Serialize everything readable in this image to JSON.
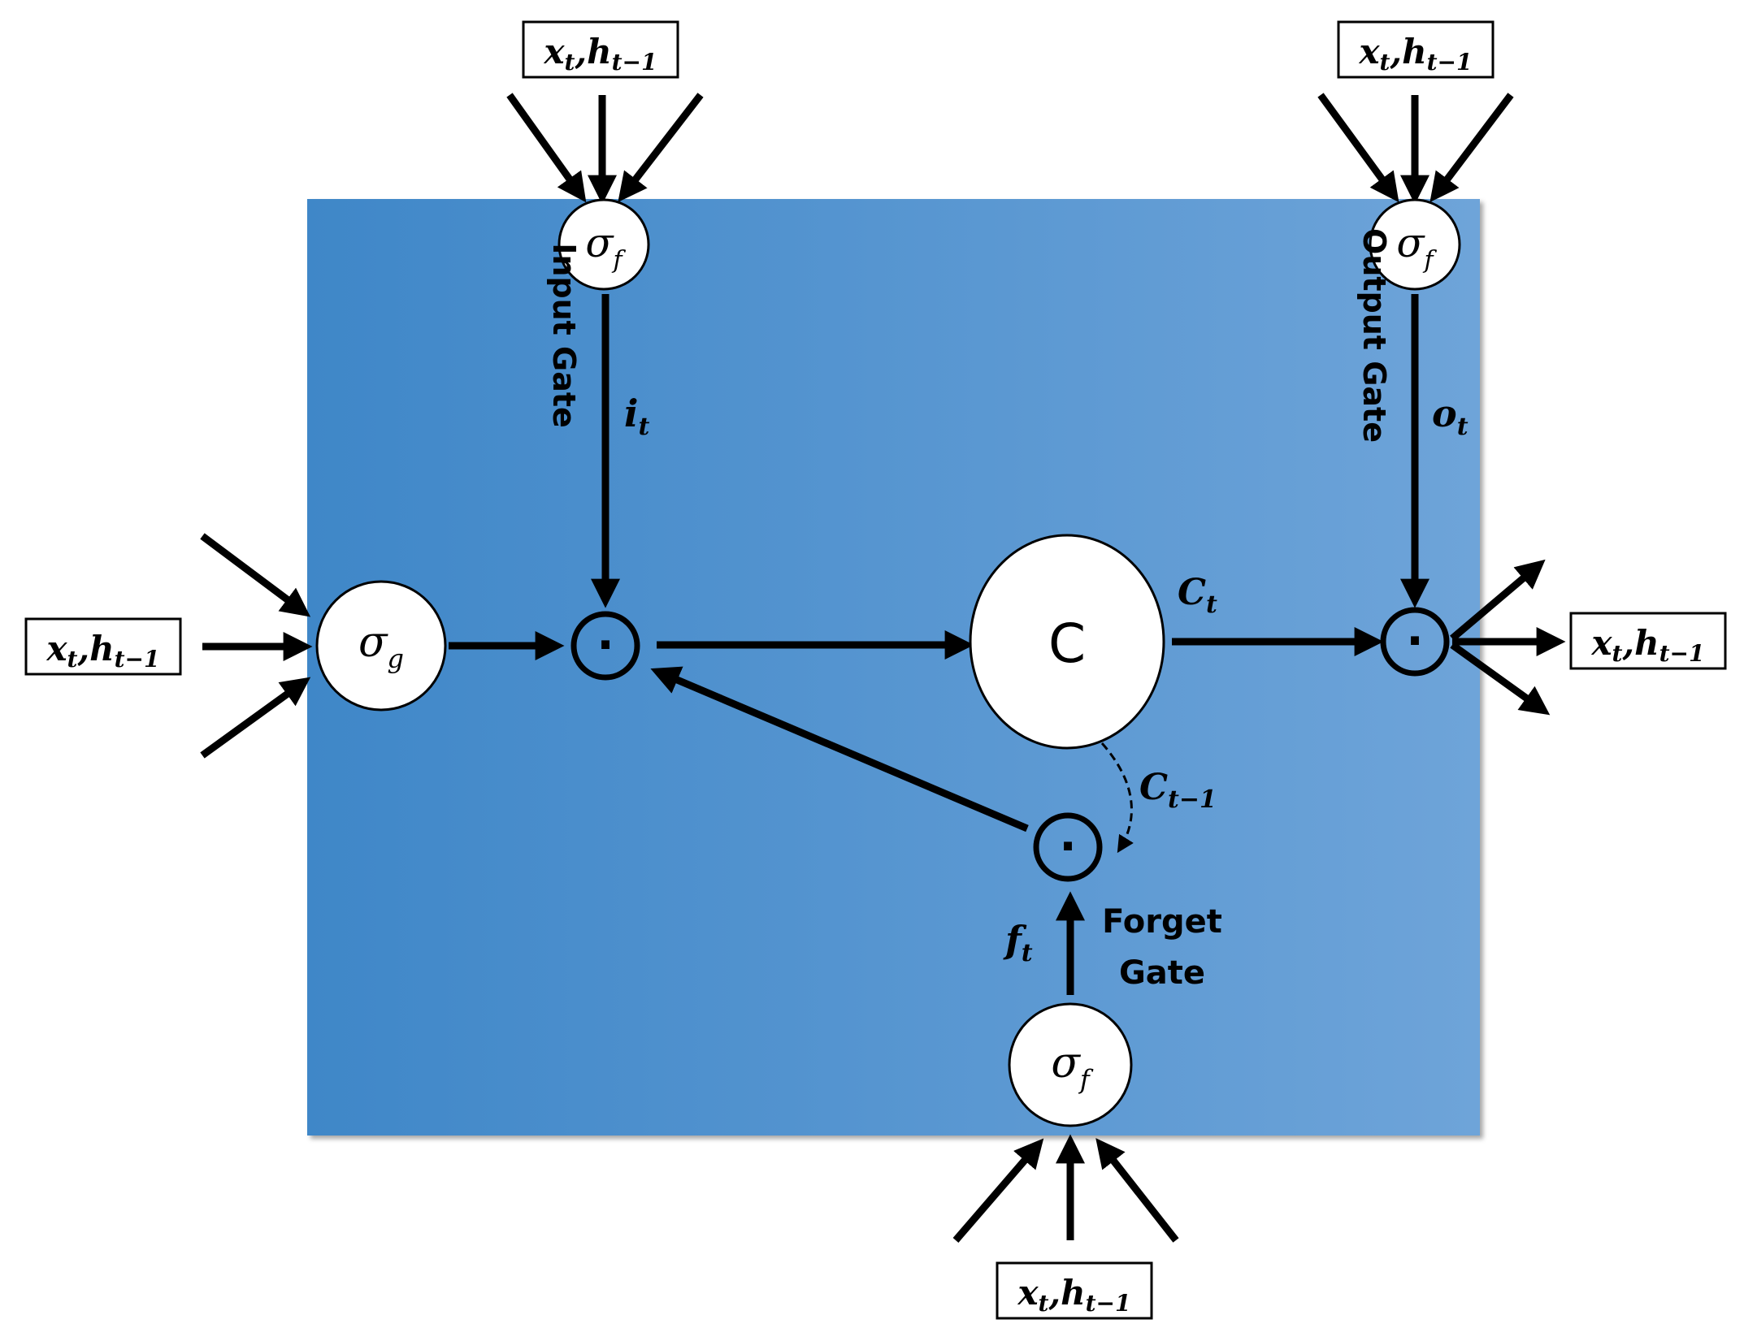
{
  "colors": {
    "panel_gradient_start": "#3f87c8",
    "panel_gradient_end": "#6ea4d9",
    "stroke": "#000000",
    "node_fill": "#ffffff"
  },
  "input_box": {
    "x": "x",
    "x_sub": "t",
    "sep": ",",
    "h": "h",
    "h_sub": "t−1"
  },
  "nodes": {
    "input_sigma": {
      "symbol": "σ",
      "sub": "f"
    },
    "output_sigma": {
      "symbol": "σ",
      "sub": "f"
    },
    "forget_sigma": {
      "symbol": "σ",
      "sub": "f"
    },
    "candidate_sigma": {
      "symbol": "σ",
      "sub": "g"
    },
    "cell": {
      "label": "C"
    },
    "multiply_symbol": "·"
  },
  "gates": {
    "input": "Input Gate",
    "output": "Output Gate",
    "forget_line1": "Forget",
    "forget_line2": "Gate"
  },
  "signals": {
    "i": {
      "main": "i",
      "sub": "t"
    },
    "o": {
      "main": "o",
      "sub": "t"
    },
    "f": {
      "main": "f",
      "sub": "t"
    },
    "c_t": {
      "main": "C",
      "sub": "t"
    },
    "c_prev": {
      "main": "C",
      "sub": "t−1"
    }
  }
}
